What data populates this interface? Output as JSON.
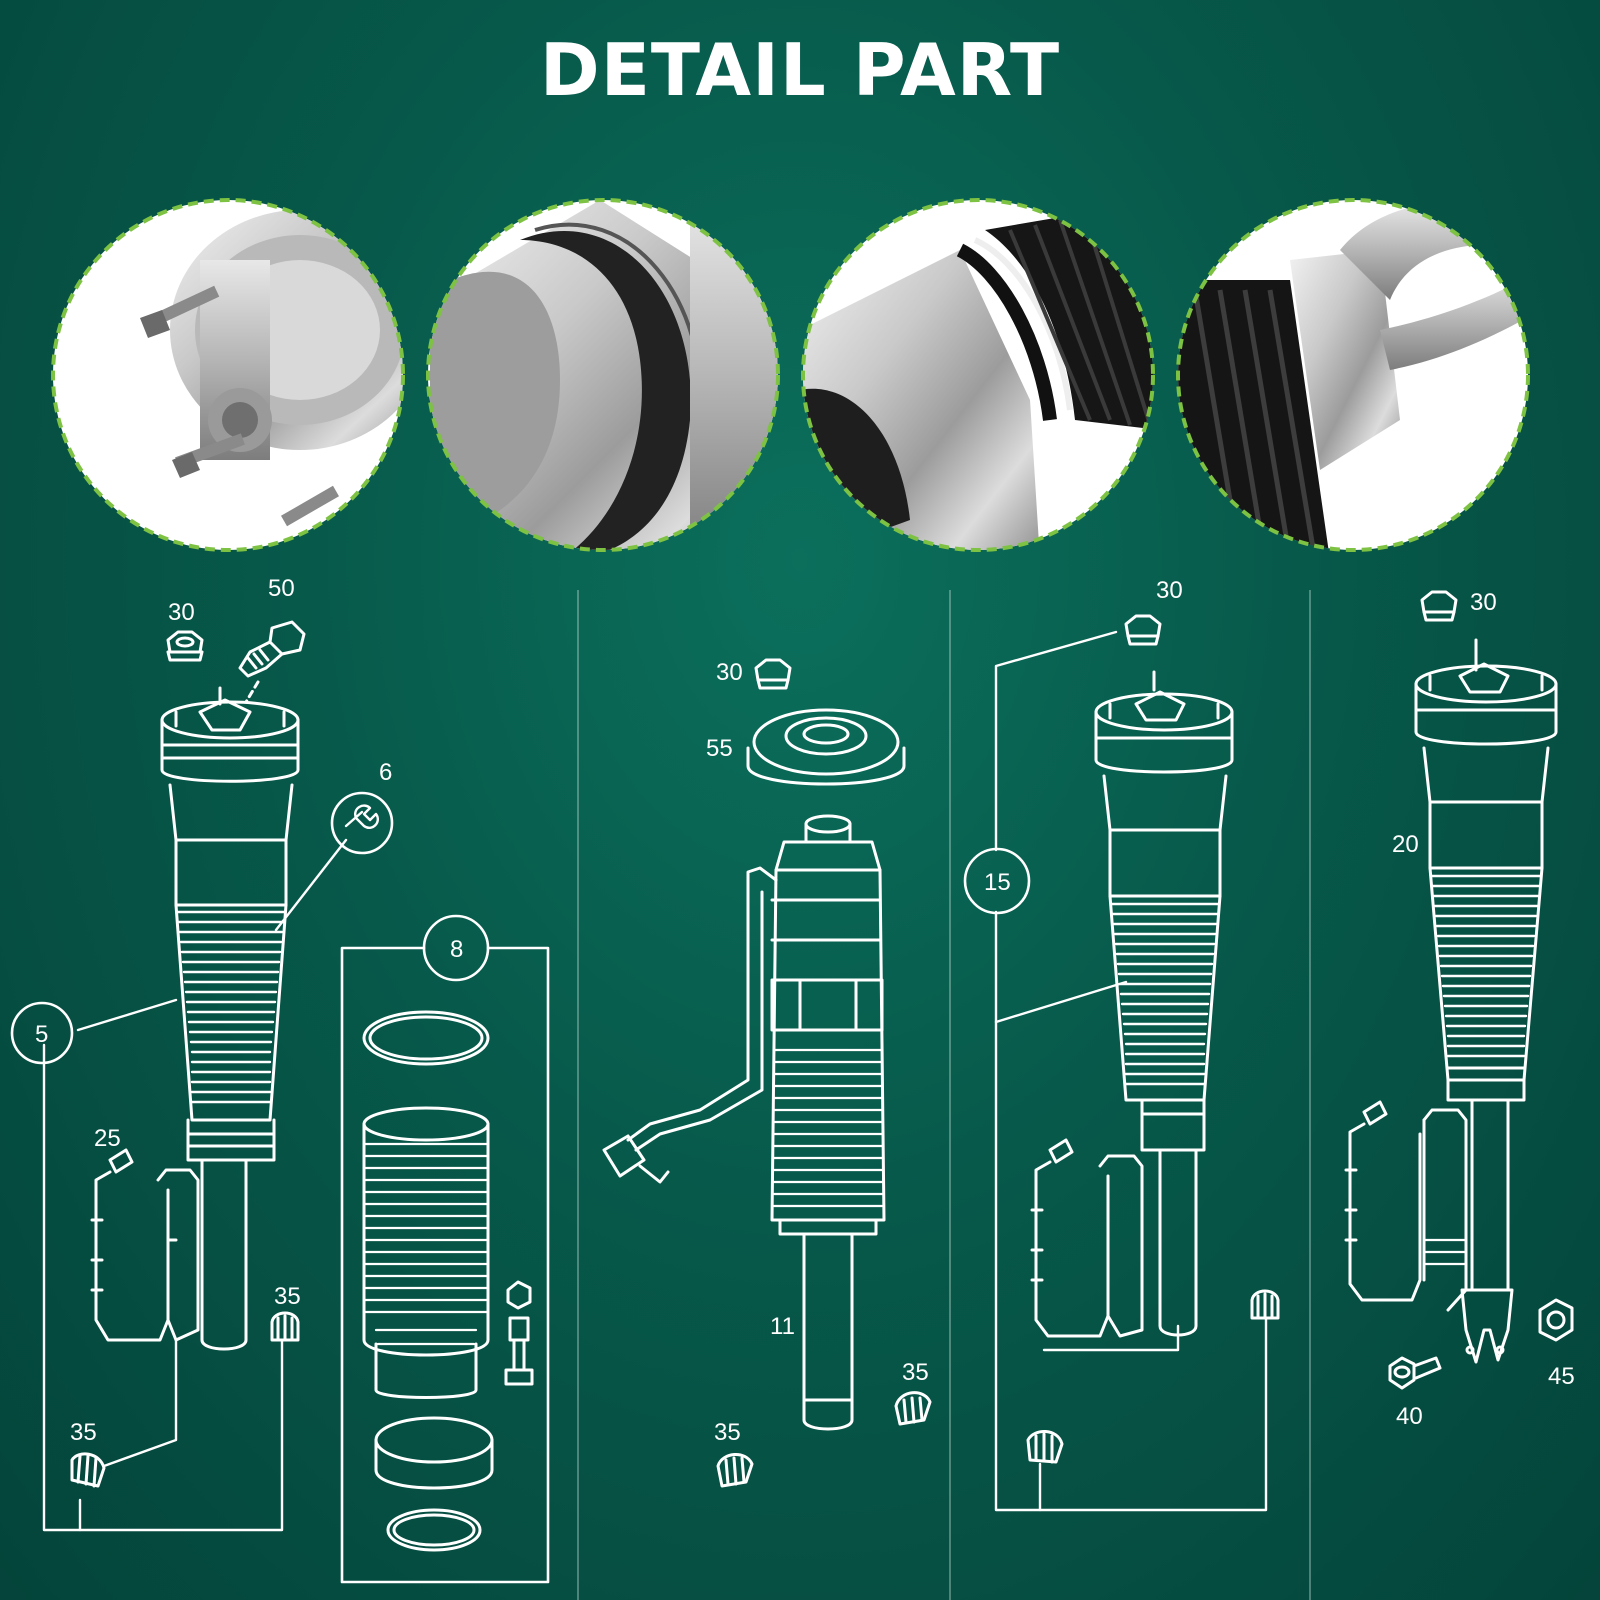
{
  "title": "DETAIL PART",
  "colors": {
    "background": "#06584a",
    "line": "#ffffff",
    "ring_border": "#7dc242"
  },
  "photos": [
    {
      "subject": "top-mount-with-studs"
    },
    {
      "subject": "air-bag-crimp-ring"
    },
    {
      "subject": "air-bag-bellows-joint"
    },
    {
      "subject": "bellows-and-fork-mount"
    }
  ],
  "callouts": {
    "p1_30": "30",
    "p1_50": "50",
    "p1_6": "6",
    "p1_5": "5",
    "p1_8": "8",
    "p1_25": "25",
    "p1_35a": "35",
    "p1_35b": "35",
    "p2_30": "30",
    "p2_55": "55",
    "p2_11": "11",
    "p2_35a": "35",
    "p2_35b": "35",
    "p3_30": "30",
    "p3_15": "15",
    "p4_30": "30",
    "p4_20": "20",
    "p4_40": "40",
    "p4_45": "45"
  }
}
